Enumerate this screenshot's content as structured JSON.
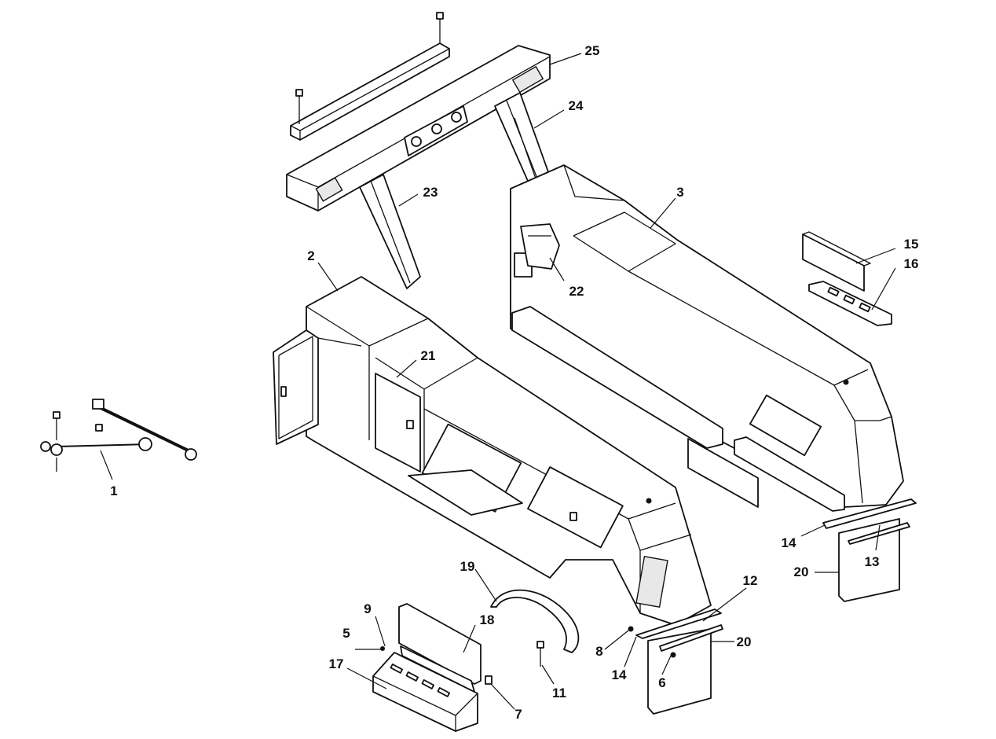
{
  "diagram": {
    "callouts": [
      {
        "id": "c1",
        "text": "1"
      },
      {
        "id": "c2",
        "text": "2"
      },
      {
        "id": "c3",
        "text": "3"
      },
      {
        "id": "c5",
        "text": "5"
      },
      {
        "id": "c6",
        "text": "6"
      },
      {
        "id": "c7",
        "text": "7"
      },
      {
        "id": "c8",
        "text": "8"
      },
      {
        "id": "c9",
        "text": "9"
      },
      {
        "id": "c11",
        "text": "11"
      },
      {
        "id": "c12",
        "text": "12"
      },
      {
        "id": "c13",
        "text": "13"
      },
      {
        "id": "c14a",
        "text": "14"
      },
      {
        "id": "c14b",
        "text": "14"
      },
      {
        "id": "c15",
        "text": "15"
      },
      {
        "id": "c16",
        "text": "16"
      },
      {
        "id": "c17",
        "text": "17"
      },
      {
        "id": "c18",
        "text": "18"
      },
      {
        "id": "c19",
        "text": "19"
      },
      {
        "id": "c20a",
        "text": "20"
      },
      {
        "id": "c20b",
        "text": "20"
      },
      {
        "id": "c21",
        "text": "21"
      },
      {
        "id": "c22",
        "text": "22"
      },
      {
        "id": "c23",
        "text": "23"
      },
      {
        "id": "c24",
        "text": "24"
      },
      {
        "id": "c25",
        "text": "25"
      }
    ]
  }
}
